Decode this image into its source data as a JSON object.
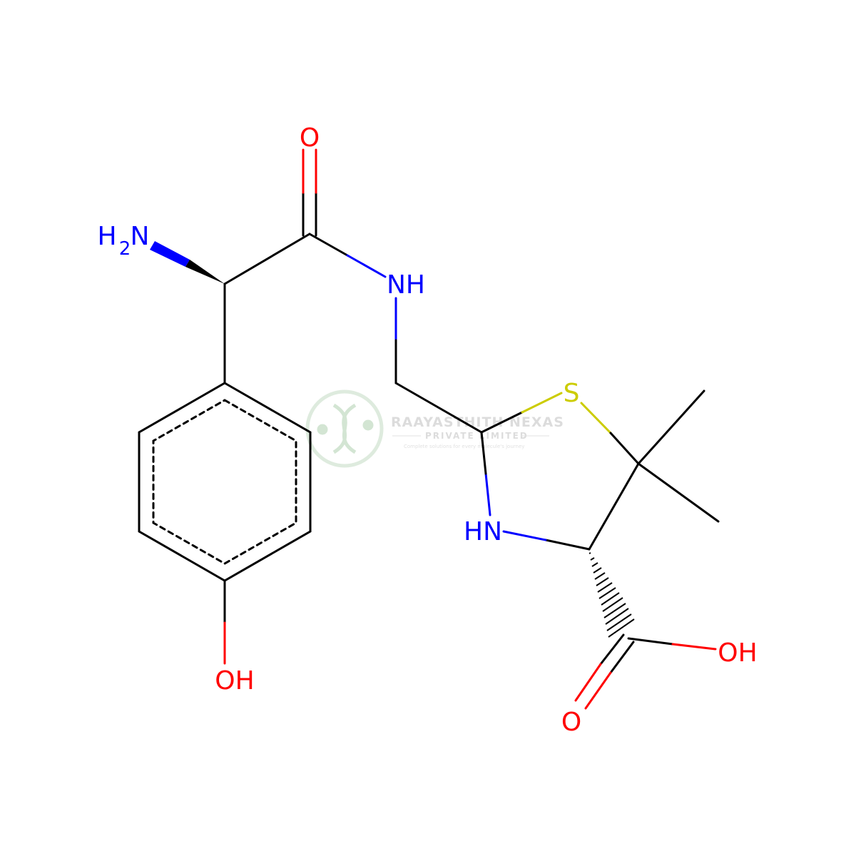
{
  "colors": {
    "bond": "#000000",
    "nitrogen": "#0000ff",
    "oxygen": "#ff0000",
    "sulfur": "#cccc00",
    "watermark": "#cfe3cf",
    "watermark_text": "#d9d9d9"
  },
  "atoms": {
    "o_carbonyl": "O",
    "nh2_h": "H",
    "nh2_sub": "2",
    "nh2_n": "N",
    "nh_amide": "NH",
    "s_ring": "S",
    "hn_ring": "HN",
    "oh_acid": "OH",
    "o_acid": "O",
    "oh_phenol": "OH"
  },
  "watermark": {
    "title": "RAAYASTHITH NEXAS",
    "subtitle": "PRIVATE LIMITED",
    "tagline": "Complete solutions for every molecule's journey",
    "logo_icon": "dna-helix-icon"
  }
}
